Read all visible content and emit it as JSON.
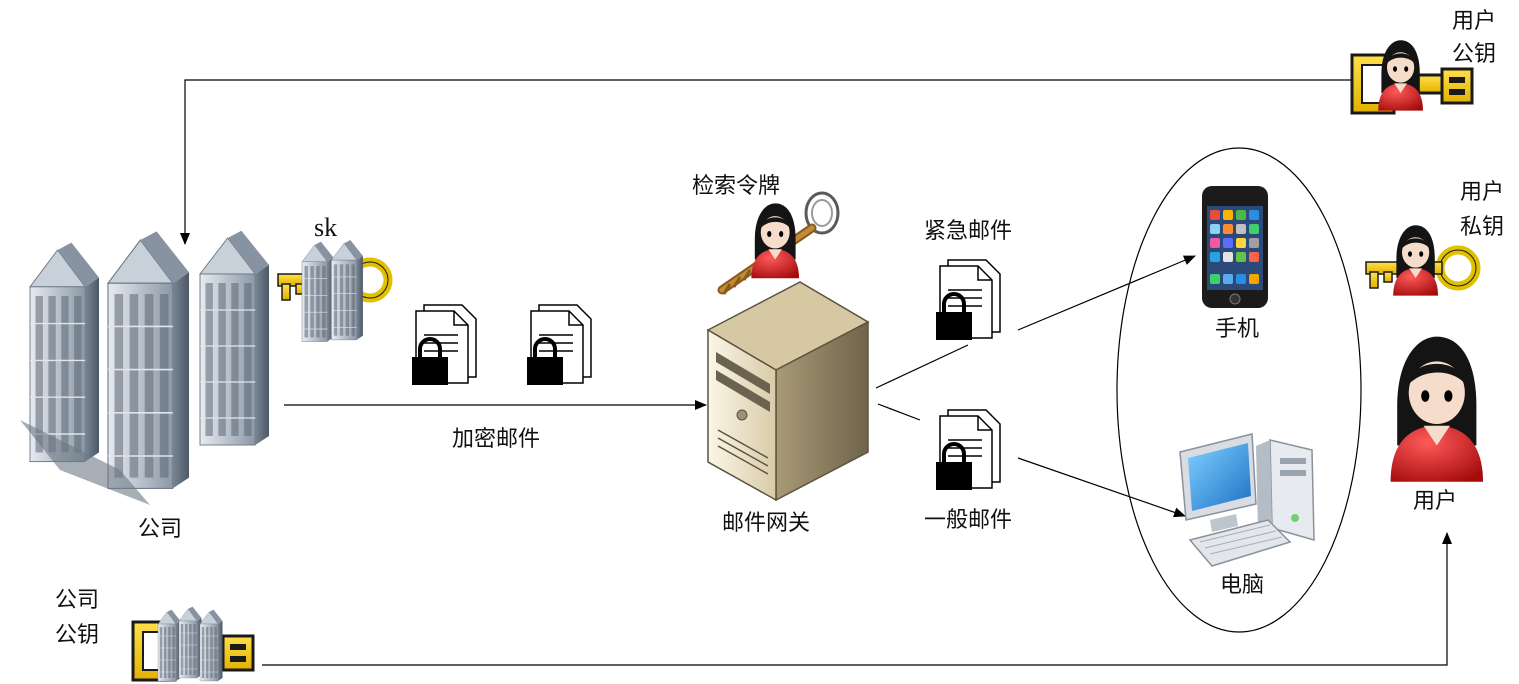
{
  "labels": {
    "company": "公司",
    "company_pubkey_line1": "公司",
    "company_pubkey_line2": "公钥",
    "sk": "sk",
    "encrypted_mail": "加密邮件",
    "retrieval_token": "检索令牌",
    "mail_gateway": "邮件网关",
    "urgent_mail": "紧急邮件",
    "normal_mail": "一般邮件",
    "phone": "手机",
    "computer": "电脑",
    "user": "用户",
    "user_pubkey_line1": "用户",
    "user_pubkey_line2": "公钥",
    "user_privkey_line1": "用户",
    "user_privkey_line2": "私钥"
  },
  "colors": {
    "key_gold": "#f1c400",
    "key_stroke": "#1a1a1a",
    "key_dark_gold": "#c99700",
    "person_red": "#d01a1a",
    "hair": "#141414",
    "skin": "#f6dccb",
    "building_light": "#b9c3cf",
    "building_dark": "#5f6b78",
    "server_body": "#efe7d0",
    "arrow": "#000000"
  },
  "icons": [
    "building-icon",
    "key-icon",
    "document-lock-icon",
    "server-icon",
    "person-icon",
    "phone-icon",
    "computer-icon",
    "old-key-icon"
  ]
}
